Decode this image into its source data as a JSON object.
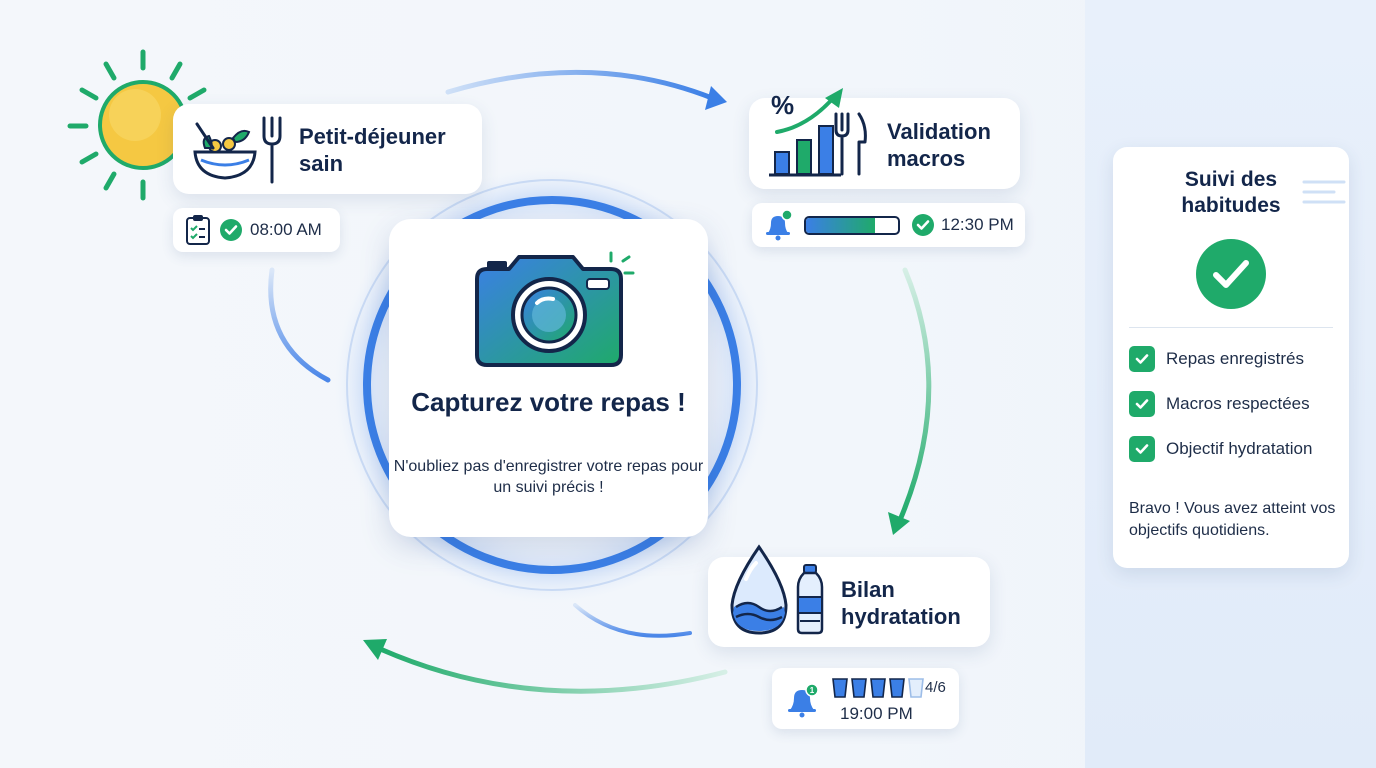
{
  "cards": {
    "breakfast": {
      "title": "Petit-déjeuner sain",
      "time": "08:00 AM"
    },
    "macros": {
      "title": "Validation macros",
      "time": "12:30 PM",
      "progress": 0.75
    },
    "hydration": {
      "title": "Bilan hydratation",
      "time": "19:00 PM",
      "glasses_text": "4/6",
      "glasses_filled": 4,
      "glasses_total": 6
    }
  },
  "center": {
    "title": "Capturez votre repas !",
    "text": "N'oubliez pas d'enregistrer votre repas pour un suivi précis !"
  },
  "sidebar": {
    "title": "Suivi des habitudes",
    "items": [
      {
        "label": "Repas enregistrés"
      },
      {
        "label": "Macros respectées"
      },
      {
        "label": "Objectif hydratation"
      }
    ],
    "message": "Bravo ! Vous avez atteint vos objectifs quotidiens."
  },
  "colors": {
    "blue": "#3b7fe6",
    "green": "#1faa6a",
    "navy": "#13264a",
    "sun": "#f5c842"
  },
  "icons": [
    "sun-icon",
    "salad-bowl-icon",
    "fork-icon",
    "clipboard-checklist-icon",
    "check-circle-icon",
    "bar-chart-icon",
    "percent-icon",
    "knife-fork-icon",
    "bell-icon",
    "camera-icon",
    "water-drop-icon",
    "water-bottle-icon",
    "glass-icon"
  ]
}
